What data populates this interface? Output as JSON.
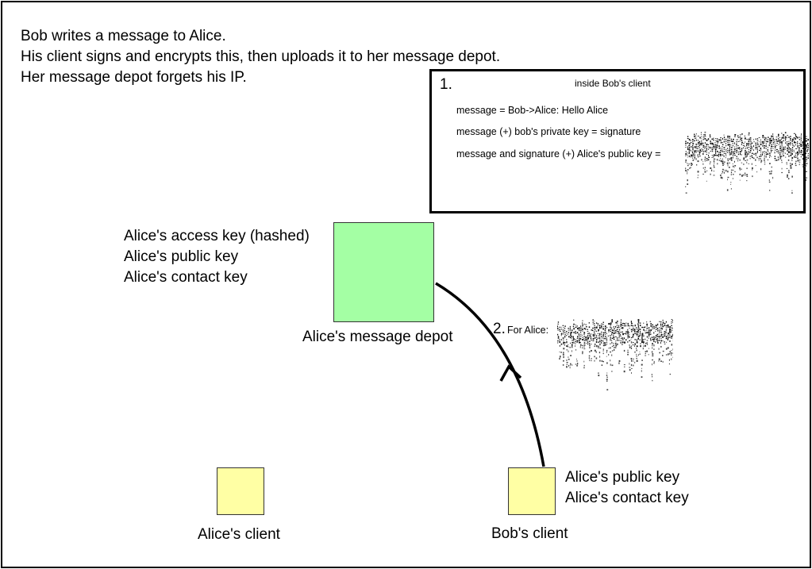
{
  "intro": {
    "line1": "Bob writes a message to Alice.",
    "line2": "His client signs and encrypts this, then uploads it to her message depot.",
    "line3": "Her message depot forgets his IP."
  },
  "inside_panel": {
    "step": "1.",
    "title": "inside Bob's client",
    "line1": "message = Bob->Alice: Hello Alice",
    "line2": "message (+) bob's private key = signature",
    "line3": "message and signature (+) Alice's public key ="
  },
  "depot": {
    "keys": [
      "Alice's access key (hashed)",
      "Alice's public key",
      "Alice's contact key"
    ],
    "label": "Alice's message depot",
    "color": "#a4ffa4"
  },
  "upload": {
    "step": "2.",
    "label": "For Alice:"
  },
  "alice_client": {
    "label": "Alice's client",
    "color": "#ffffa4"
  },
  "bob_client": {
    "label": "Bob's client",
    "keys": [
      "Alice's public key",
      "Alice's contact key"
    ],
    "color": "#ffffa4"
  }
}
